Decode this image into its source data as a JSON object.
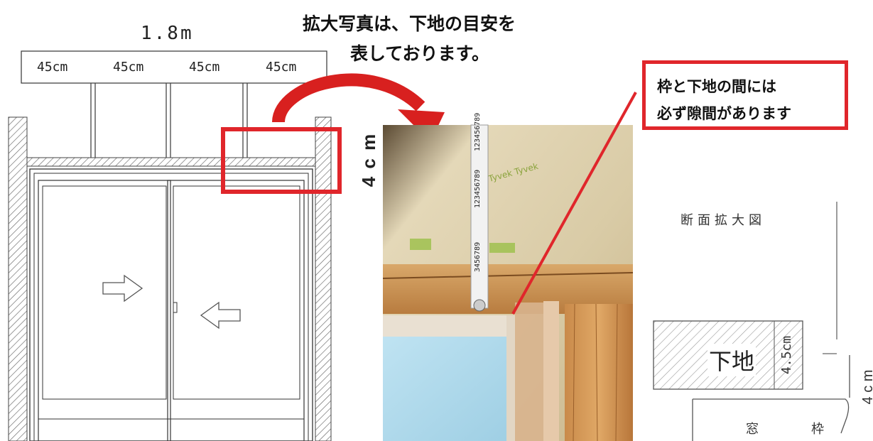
{
  "caption": {
    "line1": "拡大写真は、下地の目安を",
    "line2": "表しております。"
  },
  "elevation": {
    "total_width": "1.8m",
    "spans": [
      "45cm",
      "45cm",
      "45cm",
      "45cm"
    ],
    "height_label": "4 c m"
  },
  "callout": {
    "line1": "枠と下地の間には",
    "line2": "必ず隙間があります"
  },
  "section": {
    "title": "断面拡大図",
    "base_label": "下地",
    "base_thickness": "4.5cm",
    "side_dim": "4 c m",
    "frame_label_1": "窓",
    "frame_label_2": "枠"
  },
  "colors": {
    "highlight_red": "#e0262b",
    "arrow_red": "#d8201f",
    "line": "#333333",
    "hatch": "#666666"
  }
}
